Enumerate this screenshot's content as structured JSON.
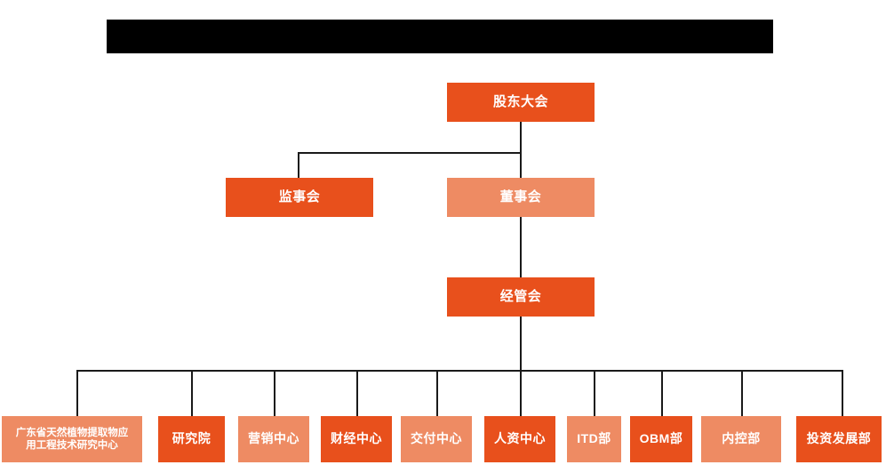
{
  "header": {
    "redaction_bar": {
      "label": "redacted-title-bar",
      "color": "#000000"
    }
  },
  "palette": {
    "dark_orange": "#E8501C",
    "light_orange": "#EE8B63",
    "line": "#1a1a1a",
    "text": "#ffffff",
    "background": "#ffffff"
  },
  "chart_data": {
    "type": "diagram",
    "diagram_type": "organization-chart",
    "title": "",
    "levels": 4,
    "nodes": [
      {
        "id": "shareholders",
        "label": "股东大会",
        "level": 1,
        "tone": "dark",
        "parent": null
      },
      {
        "id": "supervisory-board",
        "label": "监事会",
        "level": 2,
        "tone": "dark",
        "parent": "shareholders"
      },
      {
        "id": "board-directors",
        "label": "董事会",
        "level": 2,
        "tone": "light",
        "parent": "shareholders"
      },
      {
        "id": "management-comm",
        "label": "经管会",
        "level": 3,
        "tone": "dark",
        "parent": "board-directors"
      },
      {
        "id": "research-center",
        "label": "广东省天然植物提取物应\n用工程技术研究中心",
        "level": 4,
        "tone": "light",
        "parent": "management-comm"
      },
      {
        "id": "research-institute",
        "label": "研究院",
        "level": 4,
        "tone": "dark",
        "parent": "management-comm"
      },
      {
        "id": "marketing-center",
        "label": "营销中心",
        "level": 4,
        "tone": "light",
        "parent": "management-comm"
      },
      {
        "id": "finance-center",
        "label": "财经中心",
        "level": 4,
        "tone": "dark",
        "parent": "management-comm"
      },
      {
        "id": "delivery-center",
        "label": "交付中心",
        "level": 4,
        "tone": "light",
        "parent": "management-comm"
      },
      {
        "id": "hr-center",
        "label": "人资中心",
        "level": 4,
        "tone": "dark",
        "parent": "management-comm"
      },
      {
        "id": "itd-dept",
        "label": "ITD部",
        "level": 4,
        "tone": "light",
        "parent": "management-comm"
      },
      {
        "id": "obm-dept",
        "label": "OBM部",
        "level": 4,
        "tone": "dark",
        "parent": "management-comm"
      },
      {
        "id": "internal-control",
        "label": "内控部",
        "level": 4,
        "tone": "light",
        "parent": "management-comm"
      },
      {
        "id": "investment-dev",
        "label": "投资发展部",
        "level": 4,
        "tone": "dark",
        "parent": "management-comm"
      }
    ]
  }
}
